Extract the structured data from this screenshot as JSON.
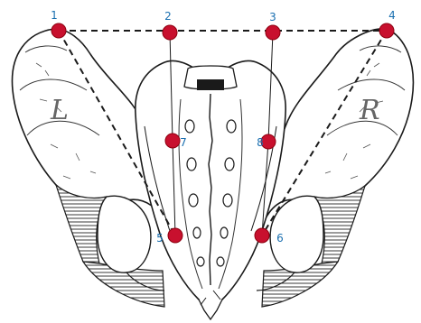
{
  "figure": {
    "sketch_letters": {
      "left_ilium": "L",
      "right_ilium": "R"
    },
    "colors": {
      "marker": "#c8102e",
      "marker_edge": "#8e0010",
      "label": "#1a6fb0",
      "line": "#1a1a1a"
    }
  },
  "points": [
    {
      "id": "1",
      "label": "1"
    },
    {
      "id": "2",
      "label": "2"
    },
    {
      "id": "3",
      "label": "3"
    },
    {
      "id": "4",
      "label": "4"
    },
    {
      "id": "5",
      "label": "5"
    },
    {
      "id": "6",
      "label": "6"
    },
    {
      "id": "7",
      "label": "7"
    },
    {
      "id": "8",
      "label": "8"
    }
  ]
}
